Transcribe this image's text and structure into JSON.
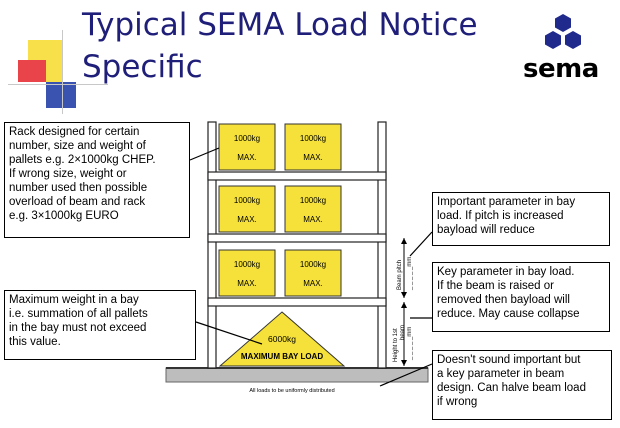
{
  "slide": {
    "title_line1": "Typical SEMA Load Notice",
    "title_line2": "Specific",
    "logo_text": "sema"
  },
  "rack": {
    "pallet_weight": "1000kg",
    "pallet_max": "MAX.",
    "bay_load_weight": "6000kg",
    "bay_load_label": "MAXIMUM BAY LOAD",
    "floor_note": "All loads to be uniformly distributed",
    "beam_pitch_label": "Beam pitch",
    "beam_pitch_value": "_ _ _ _ _mm",
    "height_first_beam_label": "Height to 1st",
    "height_first_beam_label2": "beam",
    "height_first_beam_value": "_ _ _ _ _mm"
  },
  "notes": {
    "rack_design": [
      "Rack designed for certain",
      "number, size and weight of",
      "pallets e.g. 2×1000kg CHEP.",
      "If wrong size, weight or",
      "number used then possible",
      "overload of beam and rack",
      "e.g. 3×1000kg EURO"
    ],
    "max_weight": [
      "Maximum weight in a bay",
      "i.e. summation of all pallets",
      "in the bay must not exceed",
      "this value."
    ],
    "pitch": [
      "Important parameter in bay",
      "load. If pitch is increased",
      "bayload will reduce"
    ],
    "first_beam": [
      "Key parameter in bay load.",
      "If the beam is raised or",
      "removed then bayload will",
      "reduce. May cause collapse"
    ],
    "floor": [
      "Doesn't sound important but",
      "a key parameter in beam",
      "design. Can halve beam load",
      "if wrong"
    ]
  },
  "colors": {
    "title": "#1f1f7a",
    "pallet_fill": "#f5e13a",
    "logo_hex": "#1f2a8c",
    "deco_yellow": "#f7e04a",
    "deco_red": "#e8444a",
    "deco_blue": "#3a53b0"
  }
}
